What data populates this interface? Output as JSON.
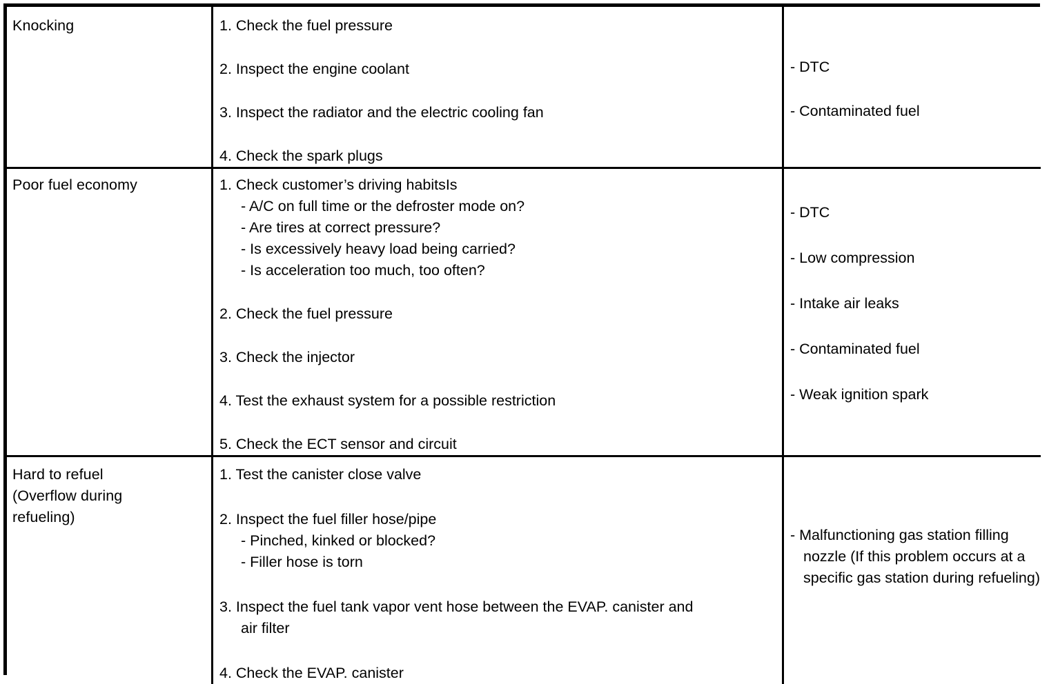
{
  "table": {
    "columns": [
      "symptom",
      "procedure",
      "probable_cause"
    ],
    "rows": [
      {
        "symptom": "Knocking",
        "symptom_lines": [
          "Knocking"
        ],
        "procedure": [
          {
            "main": "1. Check the fuel pressure",
            "subs": []
          },
          {
            "main": "2. Inspect the engine coolant",
            "subs": []
          },
          {
            "main": "3. Inspect the radiator and the electric cooling fan",
            "subs": []
          },
          {
            "main": "4. Check the spark plugs",
            "subs": []
          }
        ],
        "causes": [
          "- DTC",
          "- Contaminated fuel"
        ]
      },
      {
        "symptom": "Poor fuel economy",
        "symptom_lines": [
          "Poor fuel economy"
        ],
        "procedure": [
          {
            "main": "1. Check customer’s driving habitsIs",
            "subs": [
              "- A/C on full time or the defroster mode on?",
              "- Are tires at correct pressure?",
              "- Is excessively heavy load being carried?",
              "- Is acceleration too much, too often?"
            ]
          },
          {
            "main": "2. Check the fuel pressure",
            "subs": []
          },
          {
            "main": "3. Check the injector",
            "subs": []
          },
          {
            "main": "4. Test the exhaust system for a possible restriction",
            "subs": []
          },
          {
            "main": "5. Check the ECT sensor and circuit",
            "subs": []
          }
        ],
        "causes": [
          "- DTC",
          "- Low compression",
          "- Intake air leaks",
          "- Contaminated fuel",
          "- Weak ignition spark"
        ]
      },
      {
        "symptom": "Hard to refuel (Overflow during refueling)",
        "symptom_lines": [
          "Hard to refuel",
          "(Overflow during",
          "refueling)"
        ],
        "procedure": [
          {
            "main": "1. Test the canister close valve",
            "subs": []
          },
          {
            "main": "2. Inspect the fuel filler hose/pipe",
            "subs": [
              "- Pinched, kinked or blocked?",
              "- Filler hose is torn"
            ]
          },
          {
            "main": "3. Inspect the fuel tank vapor vent hose between the EVAP. canister and",
            "cont": "air filter",
            "subs": []
          },
          {
            "main": "4. Check the EVAP. canister",
            "subs": []
          }
        ],
        "causes": [
          "- Malfunctioning gas station filling nozzle (If this problem occurs at a specific gas station during refueling)"
        ]
      }
    ]
  },
  "style": {
    "border_color": "#000000",
    "background_color": "#ffffff",
    "text_color": "#000000"
  }
}
